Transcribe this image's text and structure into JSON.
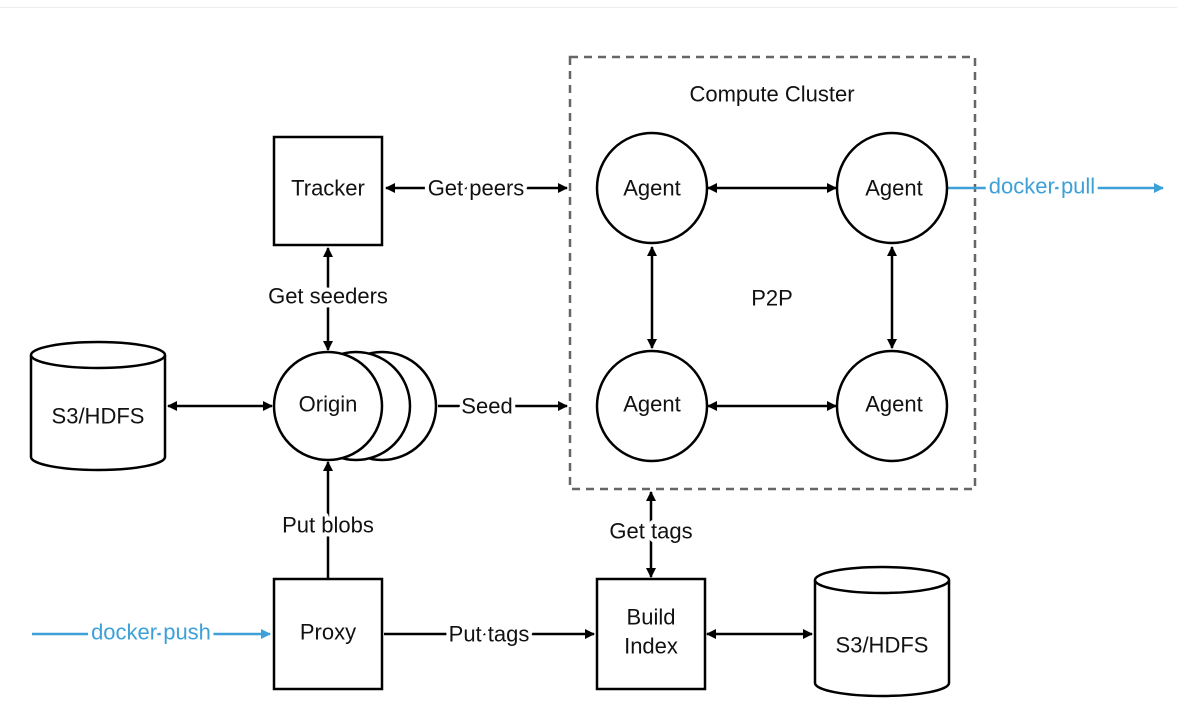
{
  "cluster": {
    "title": "Compute Cluster",
    "p2p_label": "P2P"
  },
  "nodes": {
    "tracker": "Tracker",
    "origin": "Origin",
    "s3_left": "S3/HDFS",
    "proxy": "Proxy",
    "build_index_line1": "Build",
    "build_index_line2": "Index",
    "s3_right": "S3/HDFS",
    "agent_tl": "Agent",
    "agent_tr": "Agent",
    "agent_bl": "Agent",
    "agent_br": "Agent"
  },
  "edges": {
    "get_peers": "Get peers",
    "get_seeders": "Get seeders",
    "seed": "Seed",
    "put_blobs": "Put blobs",
    "put_tags": "Put tags",
    "get_tags": "Get tags",
    "docker_push": "docker push",
    "docker_pull": "docker pull"
  },
  "colors": {
    "accent": "#3da1d8",
    "stroke": "#000000",
    "cluster_border": "#666666"
  }
}
